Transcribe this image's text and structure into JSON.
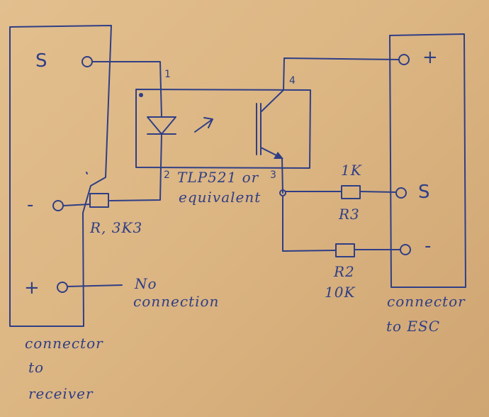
{
  "receiver": {
    "pins": {
      "signal": "S",
      "minus": "-",
      "plus": "+"
    },
    "caption_line1": "connector",
    "caption_line2": "to",
    "caption_line3": "receiver"
  },
  "esc": {
    "pins": {
      "plus": "+",
      "signal": "S",
      "minus": "-"
    },
    "caption_line1": "connector",
    "caption_line2": "to ESC"
  },
  "optocoupler": {
    "part_line1": "TLP521 or",
    "part_line2": "equivalent",
    "pin1": "1",
    "pin2": "2",
    "pin3": "3",
    "pin4": "4"
  },
  "resistors": {
    "r1": {
      "label": "R, 3K3"
    },
    "r3": {
      "value": "1K",
      "label": "R3"
    },
    "r2": {
      "label": "R2",
      "value": "10K"
    }
  },
  "no_connection": {
    "line1": "No",
    "line2": "connection"
  },
  "colors": {
    "ink": "#2f3e86",
    "paper": "#dcb683"
  }
}
